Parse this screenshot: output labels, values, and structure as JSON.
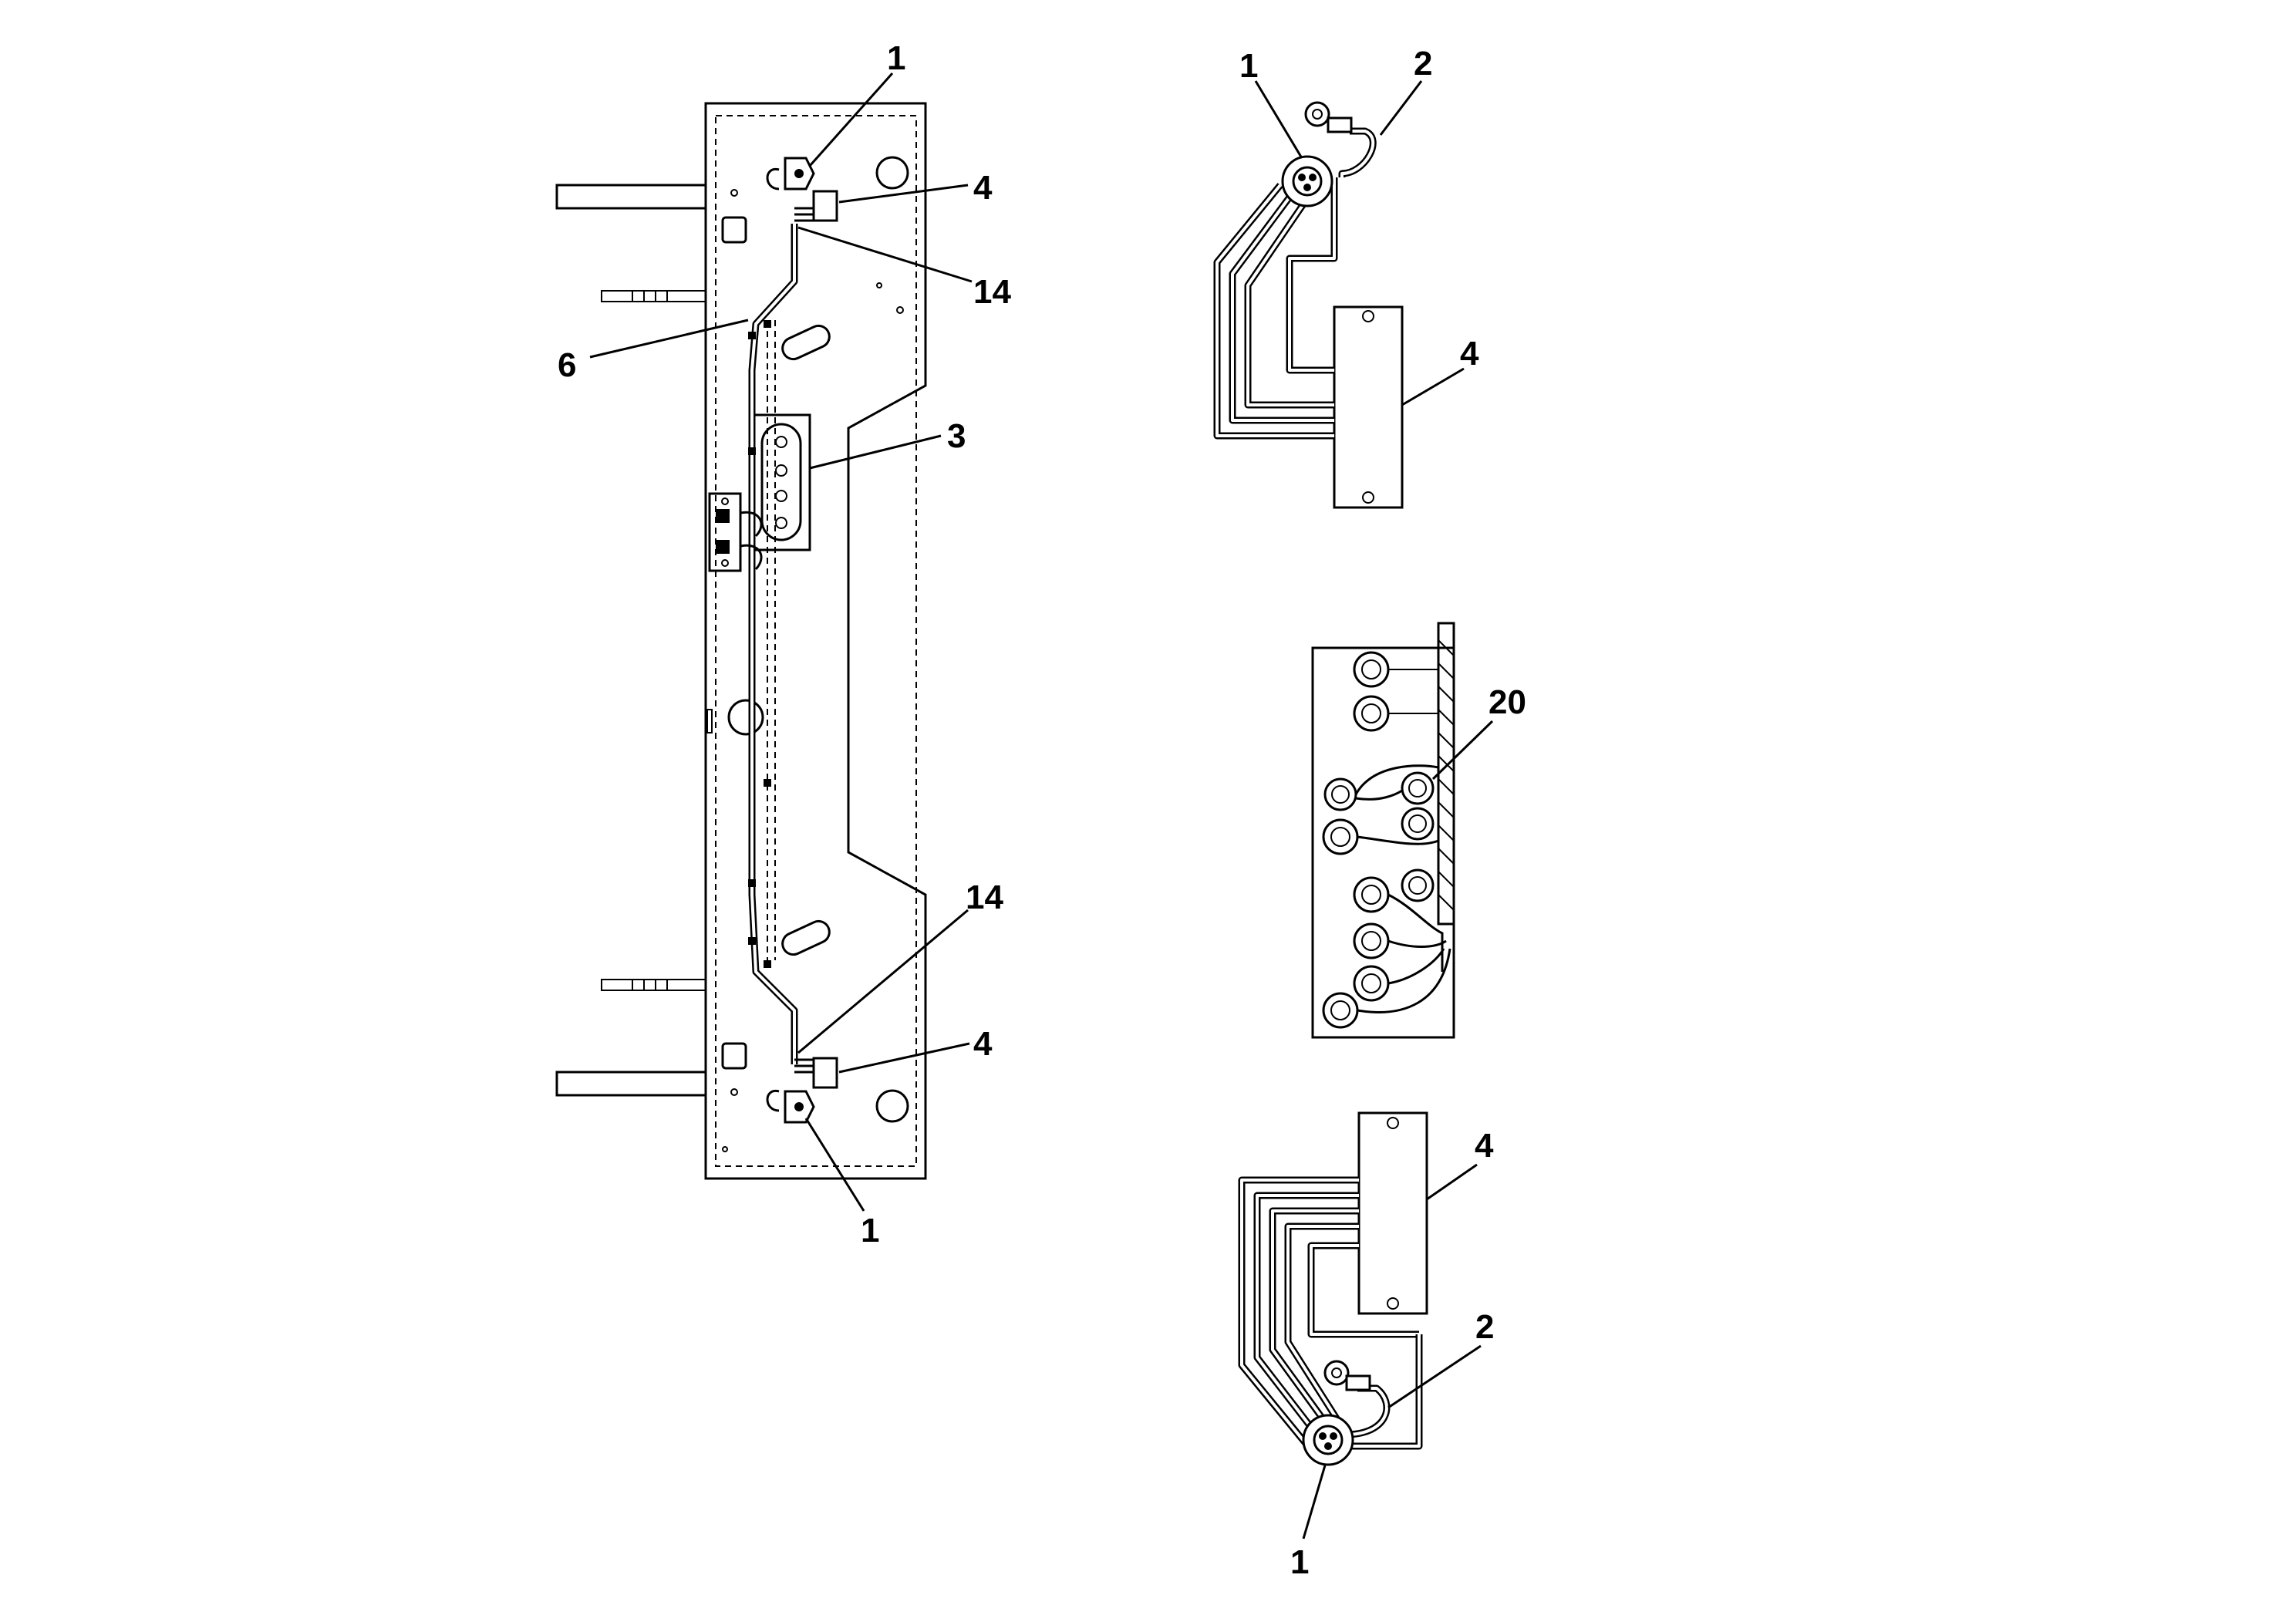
{
  "diagram": {
    "callouts": {
      "main_top_1": "1",
      "main_top_4": "4",
      "main_top_14": "14",
      "main_6": "6",
      "main_3": "3",
      "main_bottom_14": "14",
      "main_bottom_4": "4",
      "main_bottom_1": "1",
      "detail_top_1": "1",
      "detail_top_2": "2",
      "detail_top_4": "4",
      "detail_mid_20": "20",
      "detail_bottom_4": "4",
      "detail_bottom_2": "2",
      "detail_bottom_1": "1"
    }
  }
}
